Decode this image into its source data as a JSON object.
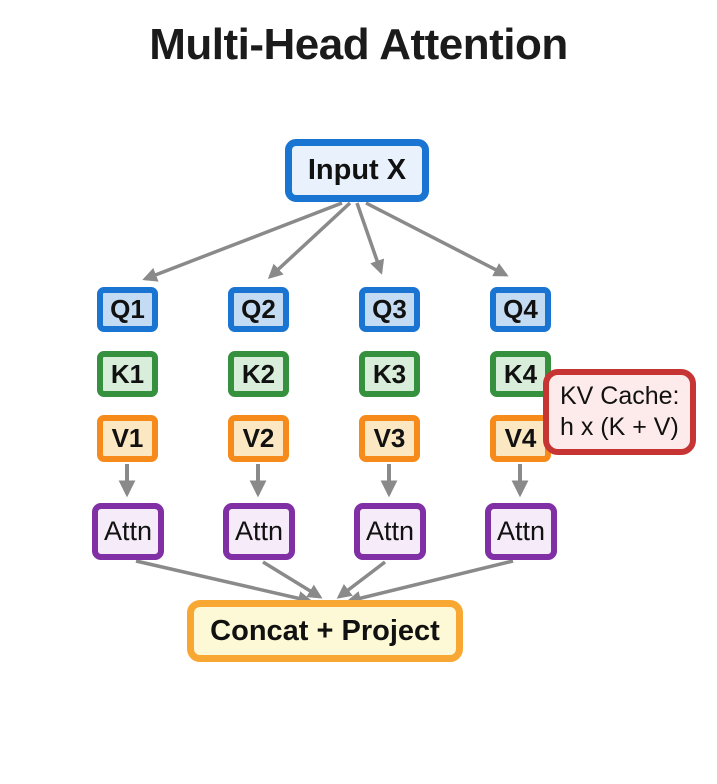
{
  "title": "Multi-Head Attention",
  "colors": {
    "blue-border": "#1a74d2",
    "blue-fill": "#c3dcf3",
    "input-fill": "#e9f2fc",
    "green-border": "#36913f",
    "green-fill": "#d9eeda",
    "orange-border": "#f68b1b",
    "orange-fill": "#fce7c3",
    "purple-border": "#8030a4",
    "purple-fill": "#f6ecf9",
    "red-border": "#c63434",
    "red-fill": "#fdeaea",
    "gold-border": "#f8a832",
    "gold-fill": "#fdf8d6",
    "arrow": "#8a8a8a",
    "text": "#1b1b1b"
  },
  "diagram": {
    "input_label": "Input X",
    "heads": [
      {
        "q": "Q1",
        "k": "K1",
        "v": "V1",
        "attn": "Attn"
      },
      {
        "q": "Q2",
        "k": "K2",
        "v": "V2",
        "attn": "Attn"
      },
      {
        "q": "Q3",
        "k": "K3",
        "v": "V3",
        "attn": "Attn"
      },
      {
        "q": "Q4",
        "k": "K4",
        "v": "V4",
        "attn": "Attn"
      }
    ],
    "output_label": "Concat + Project",
    "annotation": {
      "line1": "KV Cache:",
      "line2": "h x (K + V)"
    }
  }
}
